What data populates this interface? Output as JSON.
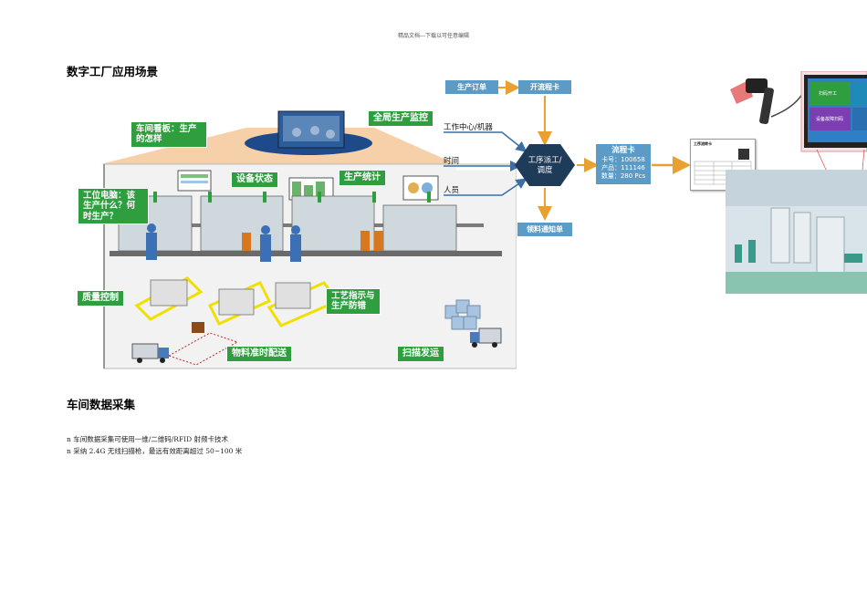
{
  "header": {
    "text": "精品文档---下载以可任意编辑"
  },
  "section1": {
    "title": "数字工厂应用场景"
  },
  "factory": {
    "labels": {
      "workshop_board": "车间看板：生产的怎样",
      "global_monitor": "全局生产监控",
      "device_status": "设备状态",
      "production_stats": "生产统计",
      "station_pc": "工位电脑：该生产什么？何时生产？",
      "quality_control": "质量控制",
      "process_guide": "工艺指示与生产防错",
      "material_delivery": "物料准时配送",
      "scan_shipping": "扫描发运"
    }
  },
  "flow": {
    "production_order": "生产订单",
    "open_card": "开流程卡",
    "work_center": "工作中心/机器",
    "time": "时间",
    "personnel": "人员",
    "dispatch_line1": "工序派工/",
    "dispatch_line2": "调度",
    "material_notice": "领料通知单",
    "card": {
      "title": "流程卡",
      "card_no": "卡号：100658",
      "product": "产品：111146",
      "qty": "数量：280 Pcs"
    },
    "doc_title": "工序流转卡"
  },
  "terminal": {
    "btn1": "扫码开工",
    "btn2": "设备故障扫码"
  },
  "section2": {
    "title": "车间数据采集"
  },
  "bullets": [
    "n 车间数据采集可使用一维/二维码/RFID 射频卡技术",
    "n 采纳 2.4G 无线扫描枪，最远有效距离超过 50~100 米"
  ],
  "colors": {
    "green": "#2e9e3e",
    "blue": "#5b9bc6",
    "orange": "#e8a030",
    "navy": "#1f3b5a"
  }
}
